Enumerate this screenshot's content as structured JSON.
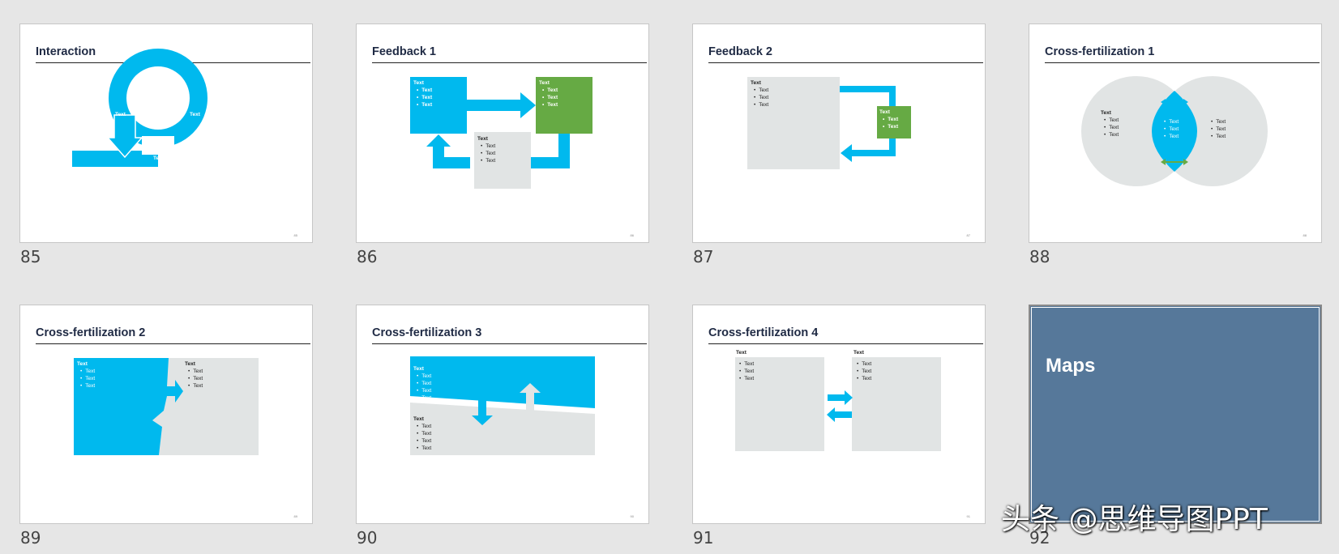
{
  "slides": [
    {
      "number": "85",
      "title": "Interaction",
      "labels": [
        "Text",
        "Text",
        "Text",
        "Text"
      ],
      "page": "85"
    },
    {
      "number": "86",
      "title": "Feedback 1",
      "box_a": {
        "head": "Text",
        "items": [
          "Text",
          "Text",
          "Text"
        ]
      },
      "box_b": {
        "head": "Text",
        "items": [
          "Text",
          "Text",
          "Text"
        ]
      },
      "box_c": {
        "head": "Text",
        "items": [
          "Text",
          "Text",
          "Text"
        ]
      },
      "page": "86"
    },
    {
      "number": "87",
      "title": "Feedback 2",
      "box_a": {
        "head": "Text",
        "items": [
          "Text",
          "Text",
          "Text"
        ]
      },
      "box_b": {
        "head": "Text",
        "items": [
          "Text",
          "Text"
        ]
      },
      "page": "87"
    },
    {
      "number": "88",
      "title": "Cross-fertilization 1",
      "left": {
        "head": "Text",
        "items": [
          "Text",
          "Text",
          "Text"
        ]
      },
      "center": {
        "items": [
          "Text",
          "Text",
          "Text"
        ]
      },
      "right": {
        "items": [
          "Text",
          "Text",
          "Text"
        ]
      },
      "page": "88"
    },
    {
      "number": "89",
      "title": "Cross-fertilization 2",
      "left": {
        "head": "Text",
        "items": [
          "Text",
          "Text",
          "Text"
        ]
      },
      "right": {
        "head": "Text",
        "items": [
          "Text",
          "Text",
          "Text"
        ]
      },
      "page": "89"
    },
    {
      "number": "90",
      "title": "Cross-fertilization 3",
      "top": {
        "head": "Text",
        "items": [
          "Text",
          "Text",
          "Text",
          "Text"
        ]
      },
      "bottom": {
        "head": "Text",
        "items": [
          "Text",
          "Text",
          "Text",
          "Text"
        ]
      },
      "page": "90"
    },
    {
      "number": "91",
      "title": "Cross-fertilization 4",
      "left": {
        "head": "Text",
        "items": [
          "Text",
          "Text",
          "Text"
        ]
      },
      "right": {
        "head": "Text",
        "items": [
          "Text",
          "Text",
          "Text"
        ]
      },
      "page": "91"
    },
    {
      "number": "92",
      "title": "Maps"
    }
  ],
  "watermark": "头条 @思维导图PPT",
  "colors": {
    "accent": "#00b9ee",
    "green": "#66aa44",
    "gray": "#e1e4e4",
    "section": "#56789a",
    "title": "#1f2a44"
  }
}
